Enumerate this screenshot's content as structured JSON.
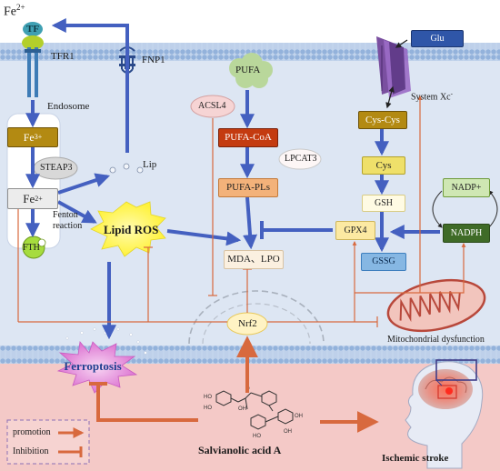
{
  "fe2_top": {
    "base": "Fe",
    "sup": "2+"
  },
  "tf": "TF",
  "tfr1": "TFR1",
  "fnp1": "FNP1",
  "endosome": "Endosome",
  "fe3": {
    "base": "Fe",
    "sup": "3+"
  },
  "steap3": "STEAP3",
  "lip": "Lip",
  "fe2": {
    "base": "Fe",
    "sup": "2+"
  },
  "fenton": [
    "Fenton",
    "reaction"
  ],
  "fth": "FTH",
  "lipid_ros": "Lipid ROS",
  "pufa": "PUFA",
  "acsl4": "ACSL4",
  "pufa_coa": "PUFA-CoA",
  "lpcat3": "LPCAT3",
  "pufa_pls": "PUFA-PLs",
  "mda_lpo": "MDA、LPO",
  "glu": "Glu",
  "system_xc": {
    "base": "System Xc",
    "sup": "-"
  },
  "cys_cys": "Cys-Cys",
  "cys": "Cys",
  "gsh": "GSH",
  "gpx4": "GPX4",
  "gssg": "GSSG",
  "nadp_plus": "NADP+",
  "nadph": "NADPH",
  "nrf2": "Nrf2",
  "mito": "Mitochondrial dysfunction",
  "ferroptosis": "Ferroptosis",
  "salvianolic": "Salvianolic acid A",
  "ischemic": "Ischemic stroke",
  "legend": {
    "promotion": "promotion",
    "inhibition": "Inhibition"
  },
  "colors": {
    "blue_arrow": "#4460c0",
    "orange_arrow": "#d8693e",
    "membrane": "#a9c3e4",
    "cytoplasm": "#dde6f3",
    "extracellular": "#f4c9c7",
    "ros": "#fff64a",
    "ferroptosis_burst": "#e27fd8"
  },
  "icons": [
    "transferrin-receptor-icon",
    "ferroportin-icon",
    "system-xc-transporter-icon",
    "mitochondrion-icon",
    "brain-head-icon",
    "molecule-structure-icon"
  ]
}
